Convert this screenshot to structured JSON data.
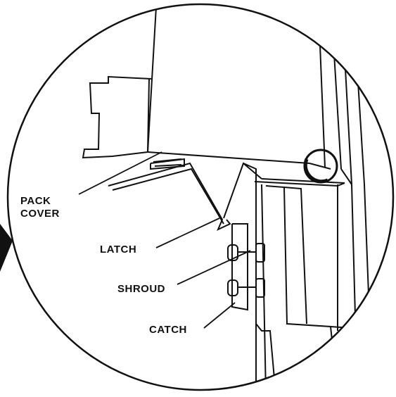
{
  "diagram": {
    "labels": {
      "pack_cover_line1": "PACK",
      "pack_cover_line2": "COVER",
      "latch": "LATCH",
      "shroud": "SHROUD",
      "catch": "CATCH"
    },
    "colors": {
      "ink": "#111111",
      "paper": "#ffffff"
    }
  }
}
